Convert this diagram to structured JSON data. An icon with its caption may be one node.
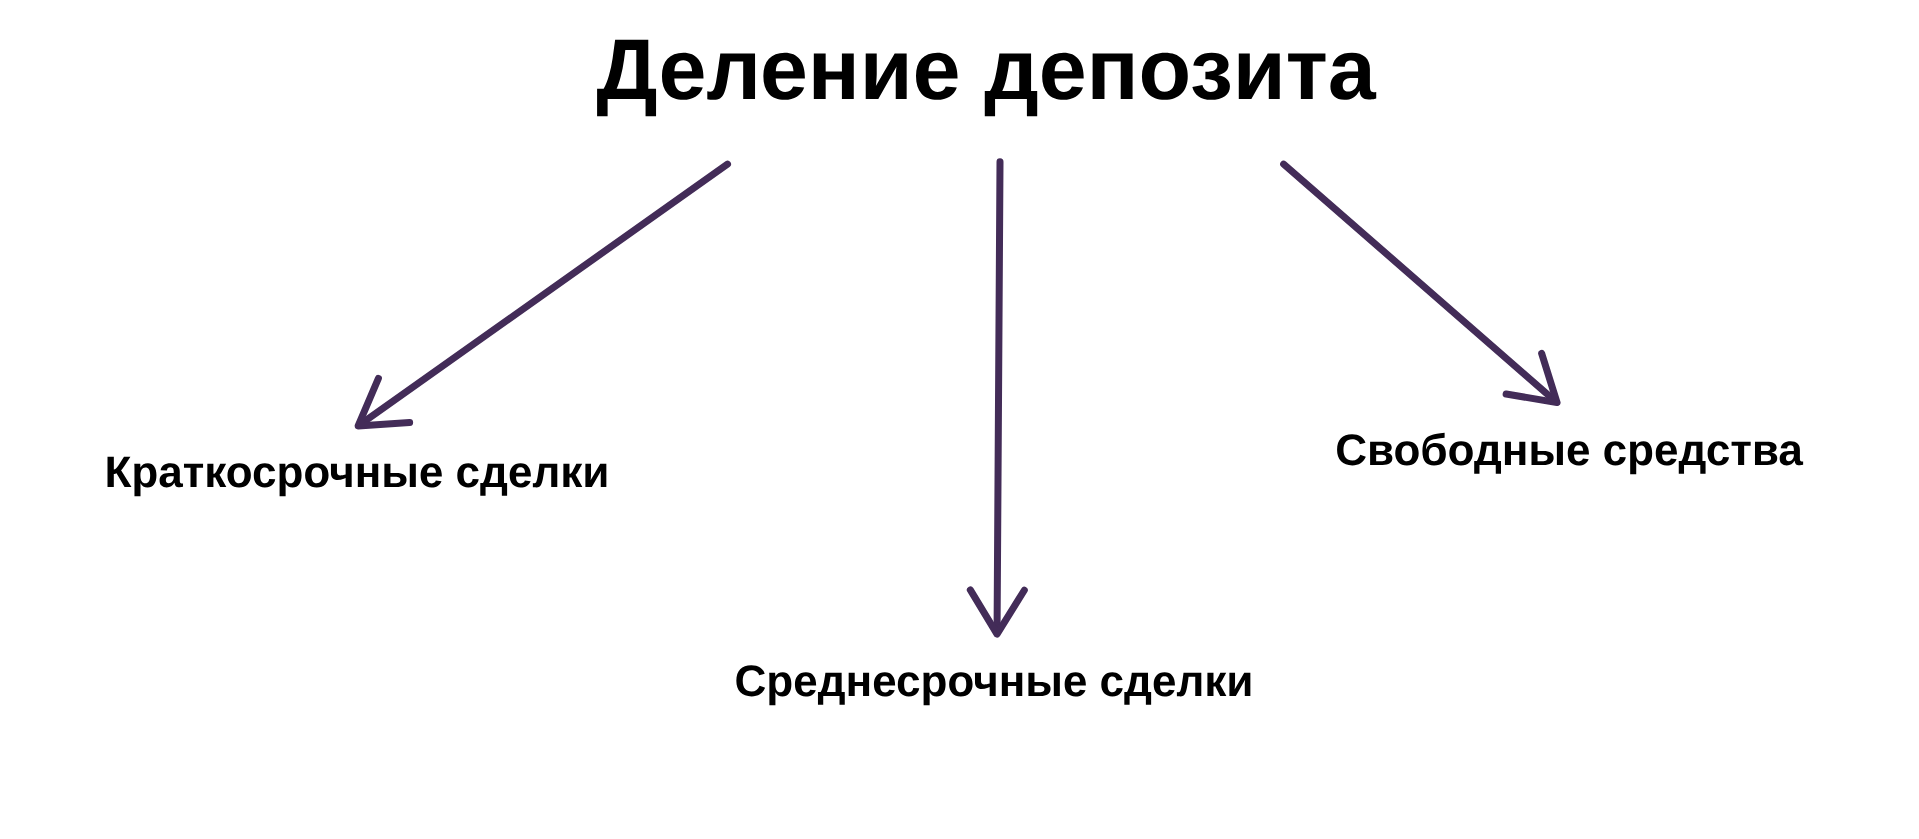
{
  "diagram": {
    "nodes": [
      {
        "text": [
          "Деление депозита"
        ]
      },
      {
        "text": [
          "Краткосрочные сделки"
        ]
      },
      {
        "text": [
          "Среднесрочные сделки"
        ]
      },
      {
        "text": [
          "Свободные средства"
        ]
      }
    ],
    "edges": [
      {
        "from": 0,
        "to": 1,
        "arrow": "to"
      },
      {
        "from": 0,
        "to": 2,
        "arrow": "to"
      },
      {
        "from": 0,
        "to": 3,
        "arrow": "to"
      }
    ]
  }
}
